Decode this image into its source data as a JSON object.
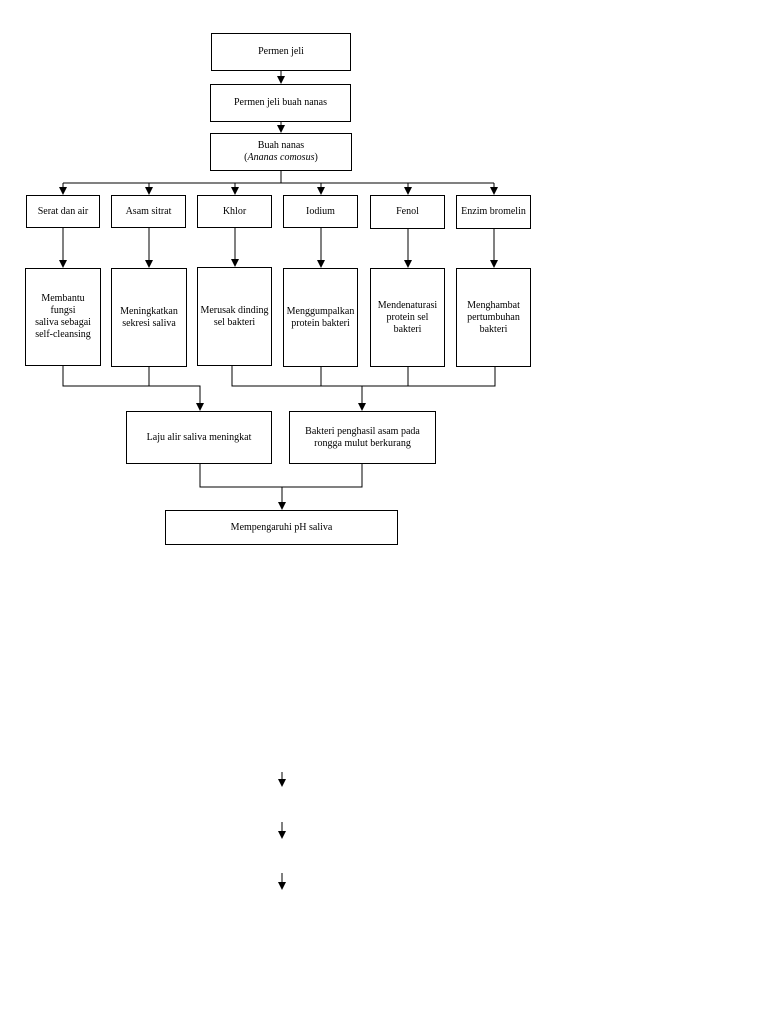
{
  "flowchart": {
    "top": [
      {
        "id": "permen-jeli",
        "label": "Permen jeli"
      },
      {
        "id": "permen-jeli-buah-nanas",
        "label": "Permen jeli buah nanas"
      },
      {
        "id": "buah-nanas",
        "label": "Buah nanas",
        "sublabel_open": "(",
        "sublabel_italic": "Ananas comosus",
        "sublabel_close": ")"
      }
    ],
    "compounds": [
      "Serat dan air",
      "Asam sitrat",
      "Khlor",
      "Iodium",
      "Fenol",
      "Enzim bromelin"
    ],
    "effects": [
      [
        "Membantu fungsi",
        "saliva sebagai",
        "self-cleansing"
      ],
      [
        "Meningkatkan",
        "sekresi saliva"
      ],
      [
        "Merusak dinding",
        "sel bakteri"
      ],
      [
        "Menggumpalkan",
        "protein bakteri"
      ],
      [
        "Mendenaturasi",
        "protein sel",
        "bakteri"
      ],
      [
        "Menghambat",
        "pertumbuhan",
        "bakteri"
      ]
    ],
    "outcomes": [
      [
        "Laju alir saliva meningkat"
      ],
      [
        "Bakteri penghasil asam pada",
        "rongga mulut berkurang"
      ]
    ],
    "final": "Mempengaruhi pH saliva"
  }
}
